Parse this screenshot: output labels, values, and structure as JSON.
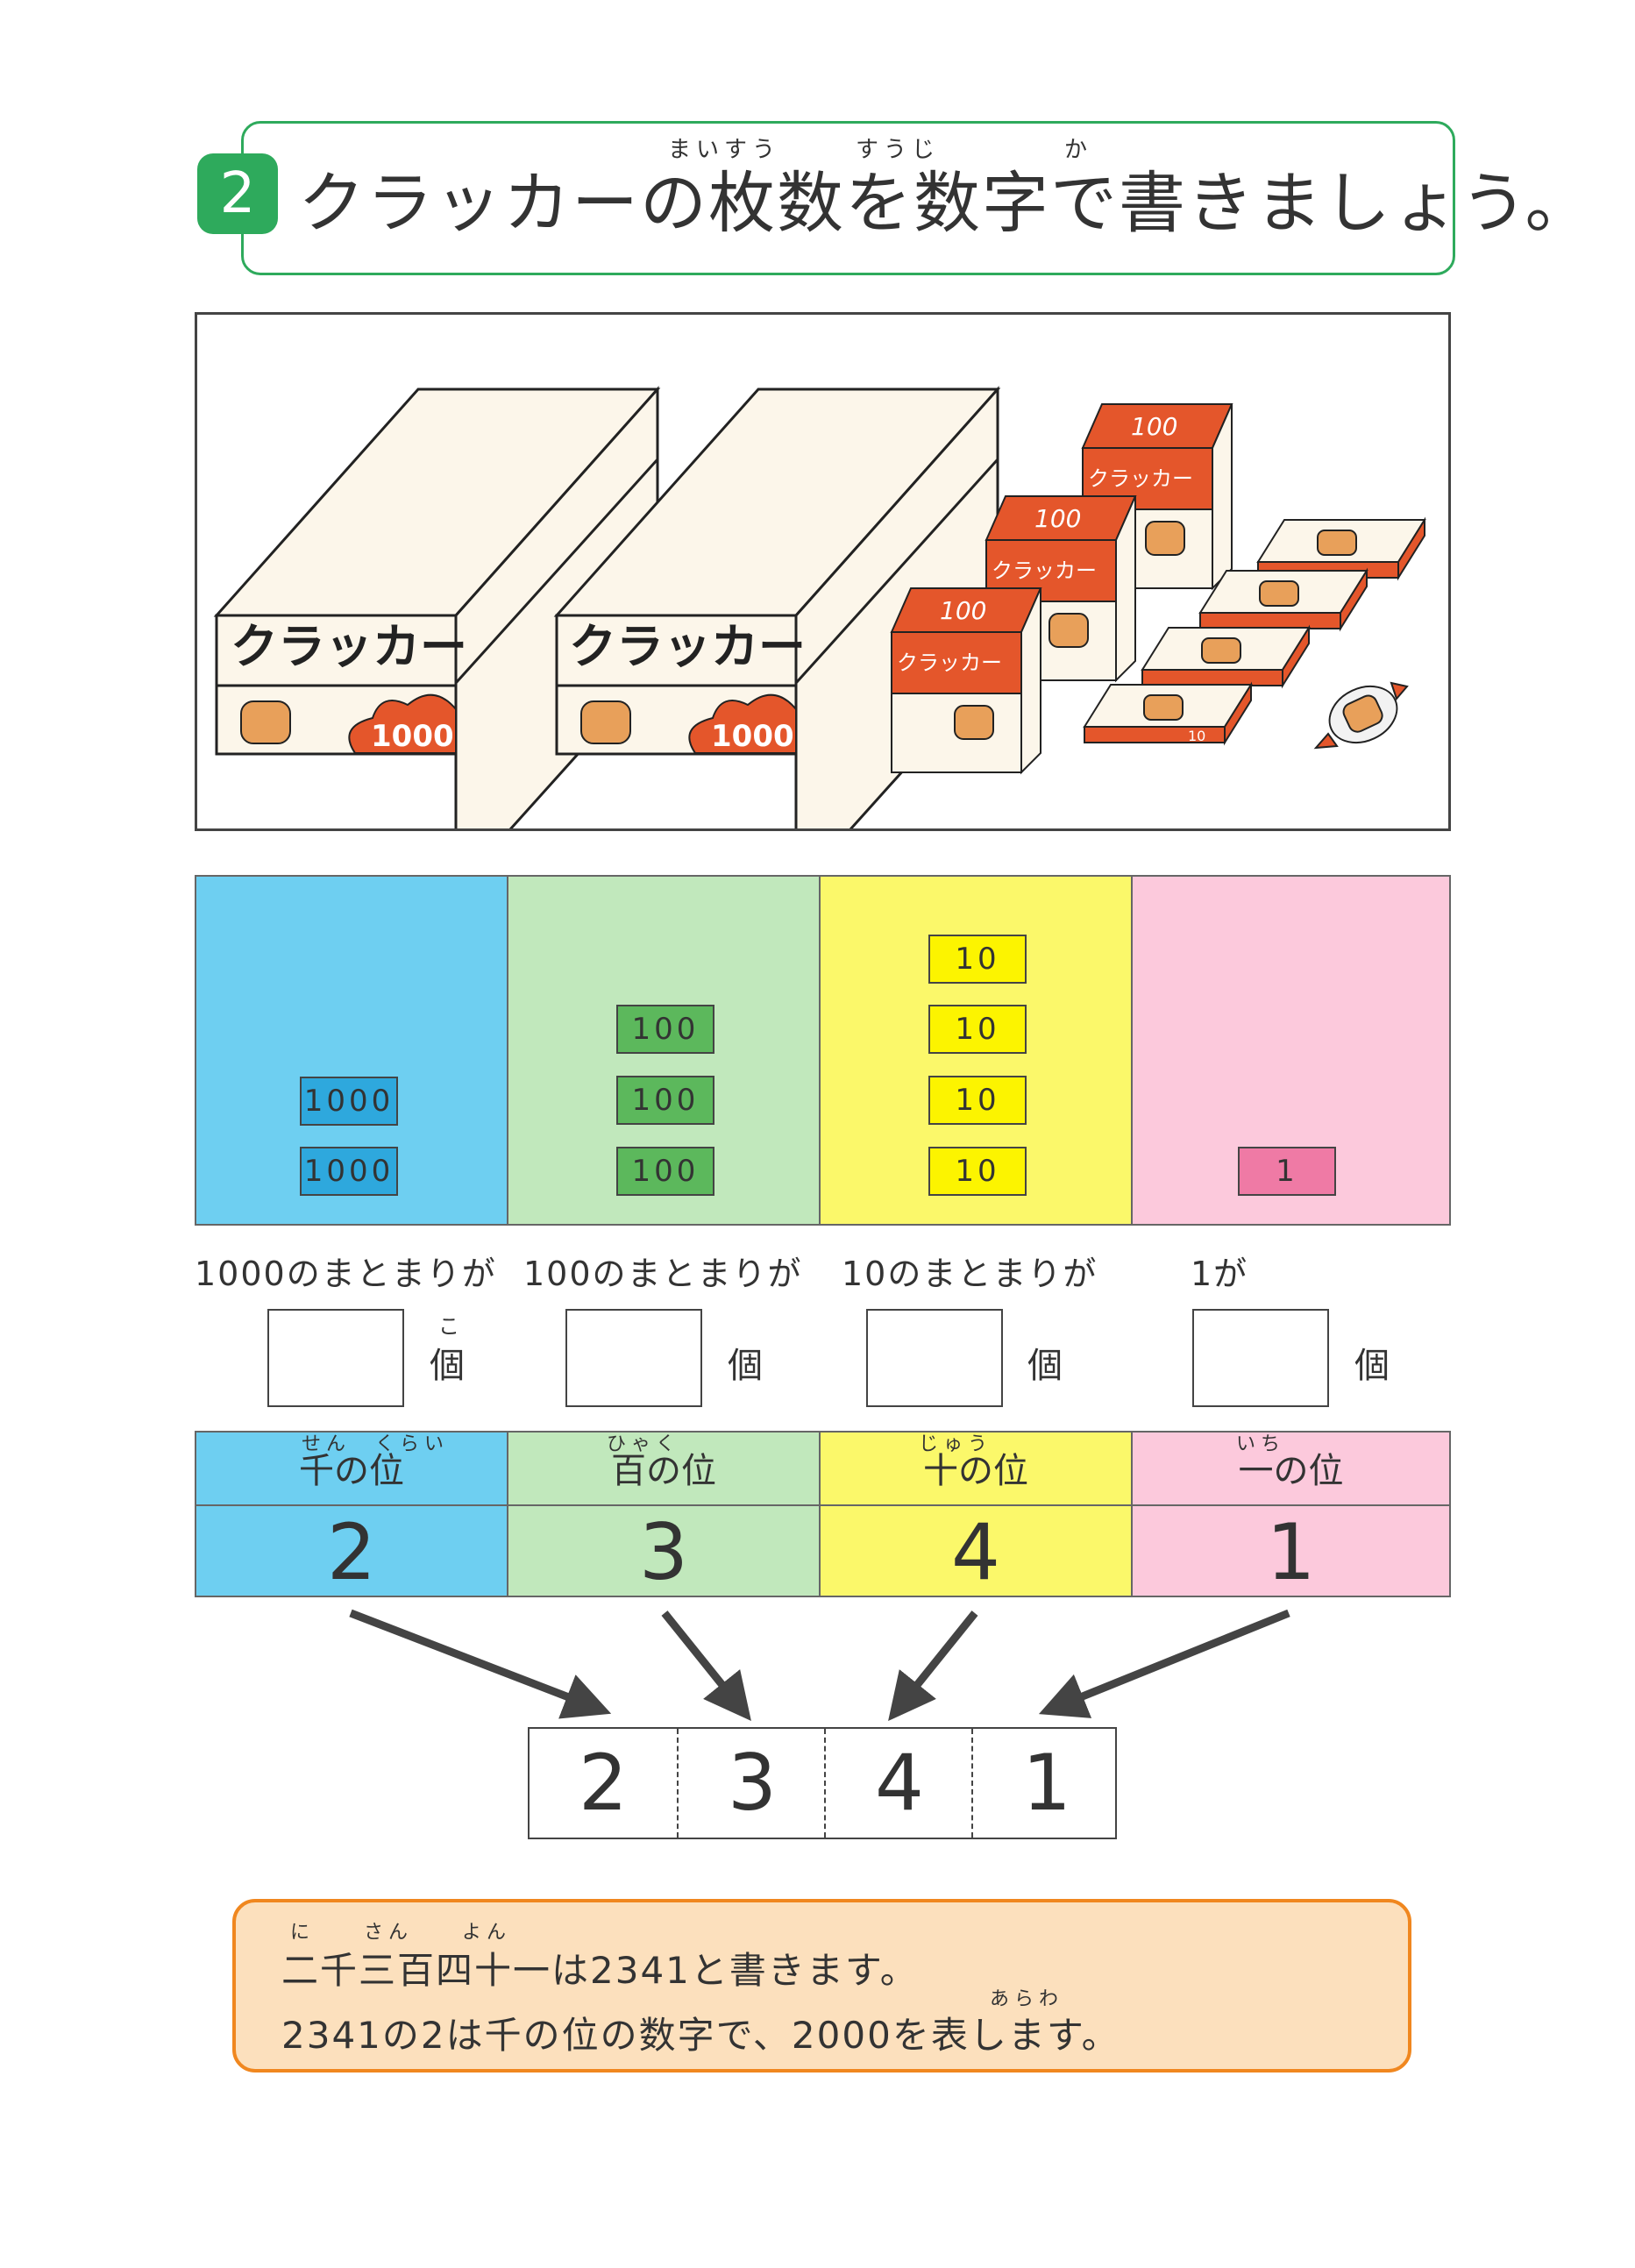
{
  "title": {
    "number": "2",
    "text": "クラッカーの枚数を数字で書きましょう。",
    "ruby_maisuu": "まいすう",
    "ruby_suuji": "すうじ",
    "ruby_ka": "か"
  },
  "illustration": {
    "box_label": "クラッカー",
    "big_count": "1000",
    "mid_count": "100",
    "small_count": "10",
    "mid_label": "クラッカー"
  },
  "place_columns": [
    {
      "chips": [
        "1000",
        "1000"
      ],
      "color": "#6ecff1",
      "chip_color": "#2ea8dd"
    },
    {
      "chips": [
        "100",
        "100",
        "100"
      ],
      "color": "#c1e8bc",
      "chip_color": "#5cb85c"
    },
    {
      "chips": [
        "10",
        "10",
        "10",
        "10"
      ],
      "color": "#fbf86a",
      "chip_color": "#fcf400"
    },
    {
      "chips": [
        "1"
      ],
      "color": "#fcc9dc",
      "chip_color": "#ef7aa5"
    }
  ],
  "captions": [
    "1000のまとまりが",
    "100のまとまりが",
    "10のまとまりが",
    "1が"
  ],
  "ko": "個",
  "ko_ruby": "こ",
  "places": [
    {
      "name": "千の位",
      "ruby": "せん　くらい",
      "digit": "2"
    },
    {
      "name": "百の位",
      "ruby": "ひゃく",
      "digit": "3"
    },
    {
      "name": "十の位",
      "ruby": "じゅう",
      "digit": "4"
    },
    {
      "name": "一の位",
      "ruby": "いち",
      "digit": "1"
    }
  ],
  "result_digits": [
    "2",
    "3",
    "4",
    "1"
  ],
  "note": {
    "line1": "二千三百四十一は2341と書きます。",
    "line1_ruby": "に　　さん　　よん",
    "line2": "2341の2は千の位の数字で、2000を表します。",
    "line2_ruby": "あらわ"
  }
}
